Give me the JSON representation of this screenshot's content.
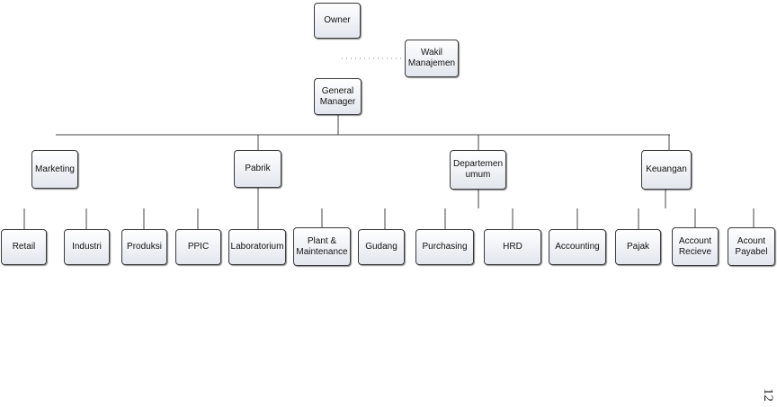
{
  "chart": {
    "top": {
      "owner": "Owner",
      "wakil": "Wakil\nManajemen",
      "gm": "General\nManager"
    },
    "divisions": {
      "marketing": "Marketing",
      "pabrik": "Pabrik",
      "departemen_umum": "Departemen\numum",
      "keuangan": "Keuangan"
    },
    "units": {
      "retail": "Retail",
      "industri": "Industri",
      "produksi": "Produksi",
      "ppic": "PPIC",
      "laboratorium": "Laboratorium",
      "plant_maintenance": "Plant &\nMaintenance",
      "gudang": "Gudang",
      "purchasing": "Purchasing",
      "hrd": "HRD",
      "accounting": "Accounting",
      "pajak": "Pajak",
      "account_recieve": "Account\nRecieve",
      "acount_payabel": "Acount\nPayabel"
    }
  },
  "page_number": "12"
}
